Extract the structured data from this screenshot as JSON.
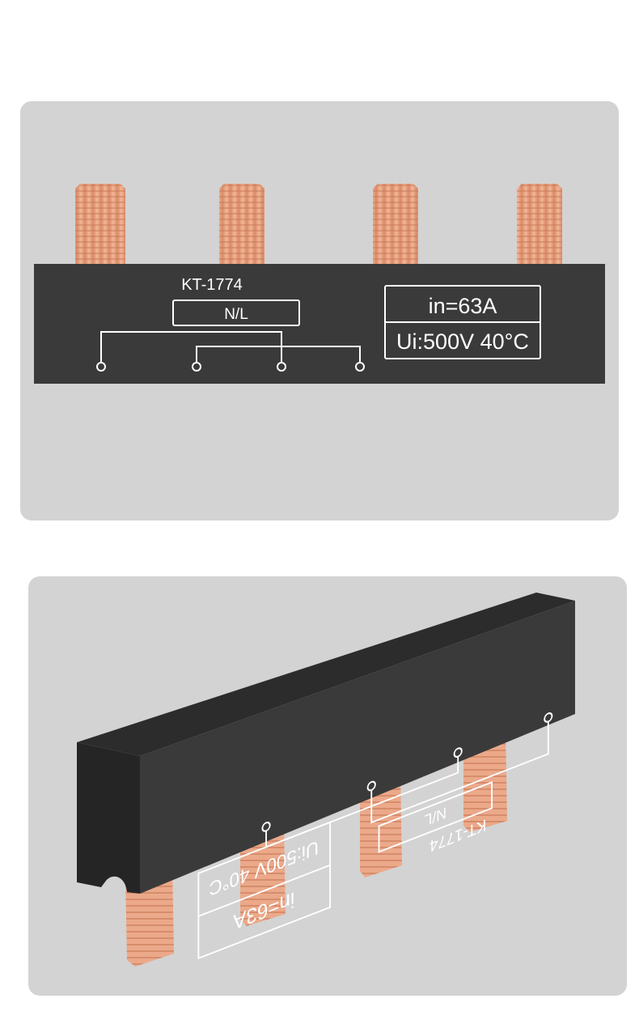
{
  "product": {
    "model": "KT-1774",
    "type_label": "N/L",
    "rating_current": "in=63A",
    "rating_voltage_temp": "Ui:500V 40°C"
  },
  "colors": {
    "panel_bg": "#d3d3d3",
    "body_black": "#3a3a3a",
    "copper": "#eba98a",
    "marking_white": "#ffffff"
  },
  "pins": 4
}
